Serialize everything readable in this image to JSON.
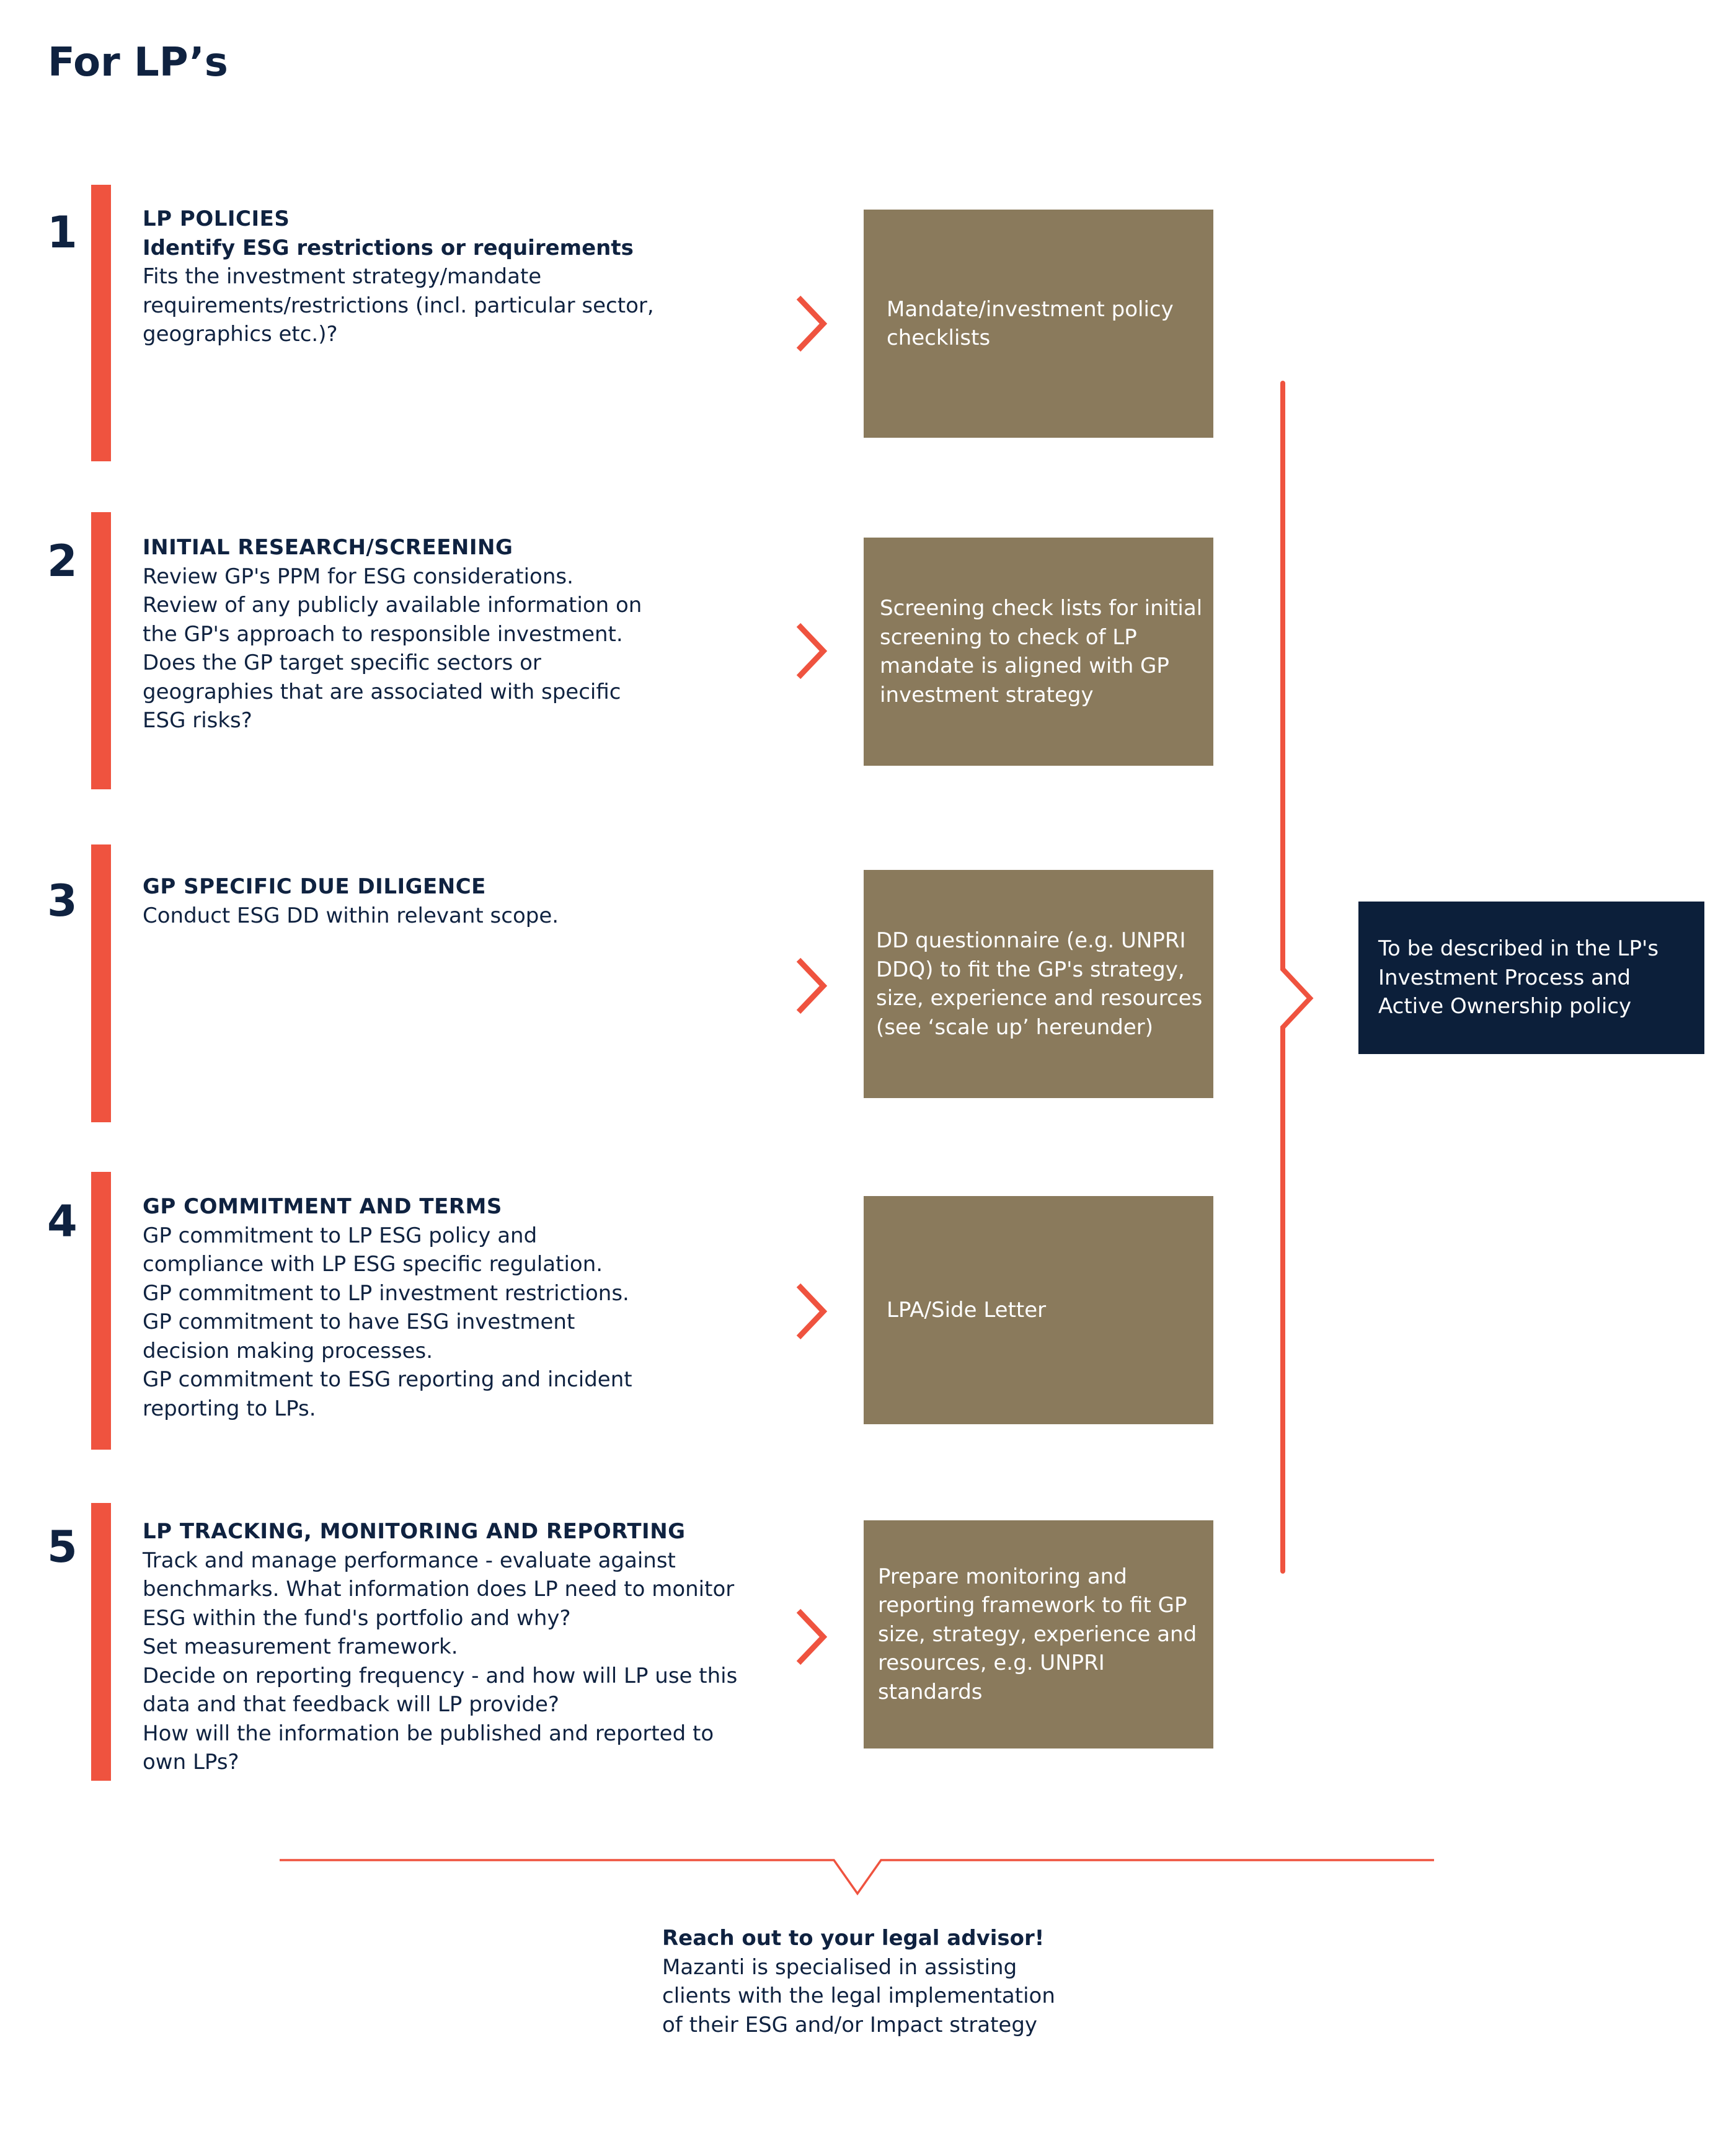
{
  "page": {
    "title": "For LP’s"
  },
  "steps": [
    {
      "number": "1",
      "title": "LP POLICIES",
      "subtitle": "Identify ESG restrictions or requirements",
      "body": [
        "Fits the investment strategy/mandate",
        "requirements/restrictions (incl. particular sector,",
        "geographics etc.)?"
      ],
      "tool": [
        "Mandate/investment policy",
        "checklists"
      ]
    },
    {
      "number": "2",
      "title": "INITIAL RESEARCH/SCREENING",
      "subtitle": "",
      "body": [
        "Review GP's PPM for ESG considerations.",
        "Review of any publicly available information on",
        "the GP's approach to responsible investment.",
        "Does the GP target specific sectors or",
        "geographies that are associated with specific",
        "ESG risks?"
      ],
      "tool": [
        "Screening check lists for initial",
        "screening to check of LP",
        "mandate is aligned with GP",
        "investment strategy"
      ]
    },
    {
      "number": "3",
      "title": "GP SPECIFIC DUE DILIGENCE",
      "subtitle": "",
      "body": [
        "Conduct ESG DD within relevant scope."
      ],
      "tool": [
        "DD questionnaire (e.g. UNPRI",
        "DDQ) to fit the GP's strategy,",
        "size, experience and resources",
        "(see ‘scale up’ hereunder)"
      ]
    },
    {
      "number": "4",
      "title": "GP COMMITMENT AND TERMS",
      "subtitle": "",
      "body": [
        "GP commitment to LP ESG policy and",
        "compliance with LP ESG specific regulation.",
        "GP commitment to LP investment restrictions.",
        "GP commitment to have ESG investment",
        "decision making processes.",
        "GP commitment to ESG reporting and incident",
        "reporting to LPs."
      ],
      "tool": [
        "LPA/Side Letter"
      ]
    },
    {
      "number": "5",
      "title": "LP TRACKING, MONITORING AND REPORTING",
      "subtitle": "",
      "body": [
        "Track and manage performance - evaluate against",
        "benchmarks. What information does LP need to monitor",
        "ESG within the fund's portfolio and why?",
        "Set measurement framework.",
        "Decide on reporting frequency - and how will LP use this",
        "data and that feedback will LP provide?",
        "How will the information be published and reported to",
        "own LPs?"
      ],
      "tool": [
        "Prepare monitoring and",
        "reporting framework to fit GP",
        "size, strategy, experience and",
        "resources, e.g. UNPRI",
        "standards"
      ]
    }
  ],
  "summary": [
    "To be described in the LP's",
    "Investment Process and",
    "Active Ownership policy"
  ],
  "cta": {
    "title": "Reach out to your legal advisor!",
    "body": [
      "Mazanti is specialised in assisting",
      "clients with the legal implementation",
      "of their ESG and/or Impact strategy"
    ]
  },
  "colors": {
    "accent": "#ef533f",
    "navy": "#0c1f3a",
    "tool_box": "#8a7a5c",
    "text": "#0f2240"
  }
}
